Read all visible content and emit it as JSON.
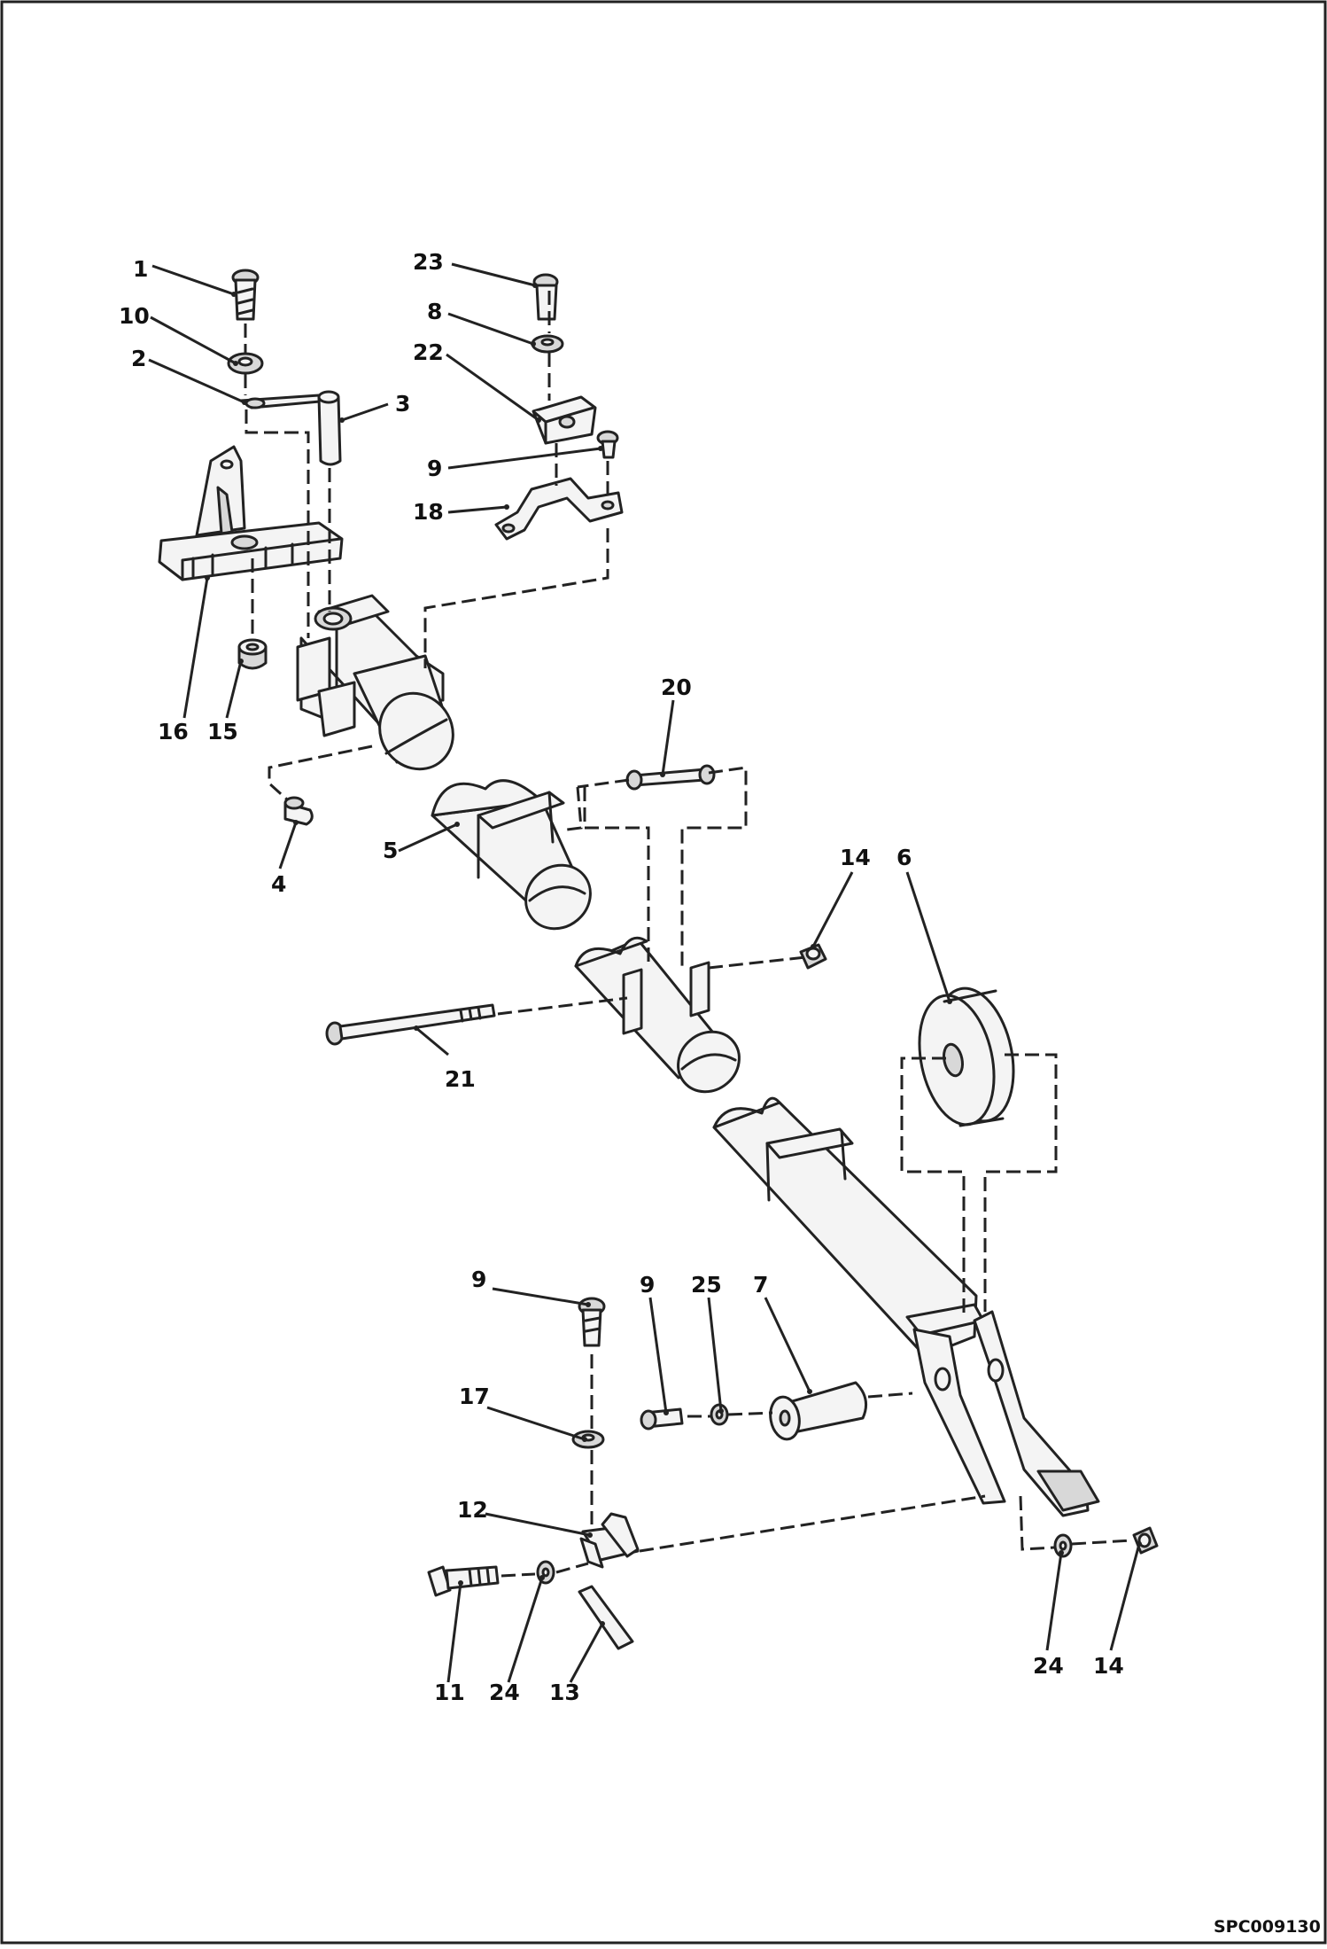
{
  "drawing_code": "SPC009130",
  "callouts": [
    {
      "key": "c1",
      "text": "1"
    },
    {
      "key": "c10",
      "text": "10"
    },
    {
      "key": "c2",
      "text": "2"
    },
    {
      "key": "c3",
      "text": "3"
    },
    {
      "key": "c16",
      "text": "16"
    },
    {
      "key": "c15",
      "text": "15"
    },
    {
      "key": "c4",
      "text": "4"
    },
    {
      "key": "c5",
      "text": "5"
    },
    {
      "key": "c23",
      "text": "23"
    },
    {
      "key": "c8",
      "text": "8"
    },
    {
      "key": "c22",
      "text": "22"
    },
    {
      "key": "c9a",
      "text": "9"
    },
    {
      "key": "c18",
      "text": "18"
    },
    {
      "key": "c20",
      "text": "20"
    },
    {
      "key": "c14a",
      "text": "14"
    },
    {
      "key": "c6",
      "text": "6"
    },
    {
      "key": "c21",
      "text": "21"
    },
    {
      "key": "c9b",
      "text": "9"
    },
    {
      "key": "c9c",
      "text": "9"
    },
    {
      "key": "c25",
      "text": "25"
    },
    {
      "key": "c7",
      "text": "7"
    },
    {
      "key": "c17",
      "text": "17"
    },
    {
      "key": "c12",
      "text": "12"
    },
    {
      "key": "c11",
      "text": "11"
    },
    {
      "key": "c24a",
      "text": "24"
    },
    {
      "key": "c13",
      "text": "13"
    },
    {
      "key": "c24b",
      "text": "24"
    },
    {
      "key": "c14b",
      "text": "14"
    }
  ]
}
